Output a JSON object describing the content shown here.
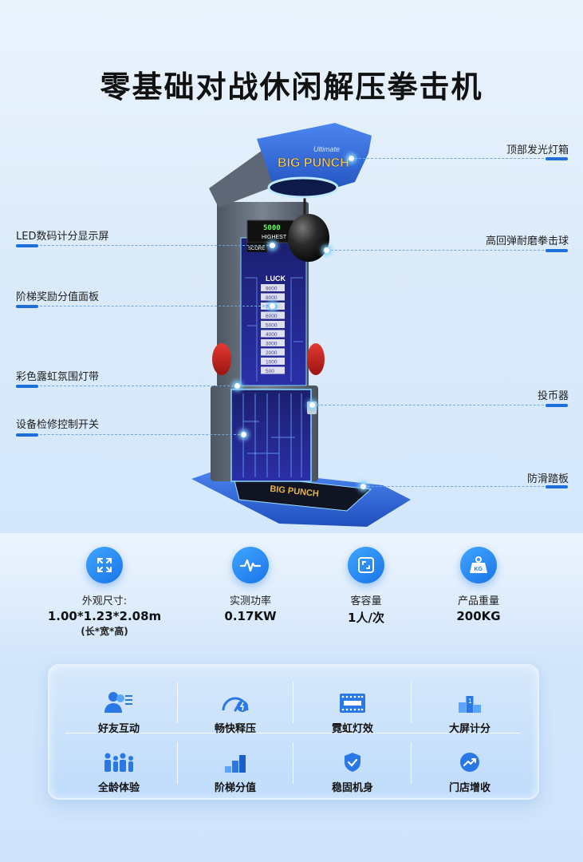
{
  "title": "零基础对战休闲解压拳击机",
  "callouts": {
    "lightbox": "顶部发光灯箱",
    "led_display": "LED数码计分显示屏",
    "punch_ball": "高回弹耐磨拳击球",
    "score_ladder": "阶梯奖励分值面板",
    "neon_light": "彩色露虹氛围灯带",
    "coin_slot": "投币器",
    "service_switch": "设备检修控制开关",
    "pedal": "防滑踏板"
  },
  "machine": {
    "brand_line1": "Ultimate",
    "brand_line2": "BIG PUNCH",
    "score_display": "5000",
    "highest_label": "HIGHEST",
    "score_label": "SCORE",
    "luck_label": "LUCK",
    "ladder_values": [
      "9000",
      "8000",
      "7000",
      "6000",
      "5000",
      "4000",
      "3000",
      "2000",
      "1000",
      "500"
    ],
    "mat_text": "BIG PUNCH"
  },
  "specs": [
    {
      "icon": "expand-arrows-icon",
      "label": "外观尺寸:",
      "value": "1.00*1.23*2.08m",
      "note": "(长*宽*高)"
    },
    {
      "icon": "pulse-wave-icon",
      "label": "实测功率",
      "value": "0.17KW",
      "note": ""
    },
    {
      "icon": "square-frame-icon",
      "label": "客容量",
      "value": "1人/次",
      "note": ""
    },
    {
      "icon": "weight-kg-icon",
      "label": "产品重量",
      "value": "200KG",
      "note": ""
    }
  ],
  "features": [
    {
      "icon": "friends-icon",
      "label": "好友互动"
    },
    {
      "icon": "speedometer-icon",
      "label": "畅快释压"
    },
    {
      "icon": "neon-board-icon",
      "label": "霓虹灯效"
    },
    {
      "icon": "podium-icon",
      "label": "大屏计分"
    },
    {
      "icon": "family-icon",
      "label": "全龄体验"
    },
    {
      "icon": "stairs-icon",
      "label": "阶梯分值"
    },
    {
      "icon": "shield-check-icon",
      "label": "稳固机身"
    },
    {
      "icon": "growth-icon",
      "label": "门店增收"
    }
  ],
  "colors": {
    "accent": "#1e6fd8",
    "icon_gradient_start": "#3fa6ff",
    "icon_gradient_end": "#1b74e8",
    "machine_blue": "#2a5fd0",
    "machine_gray": "#5d6673"
  }
}
